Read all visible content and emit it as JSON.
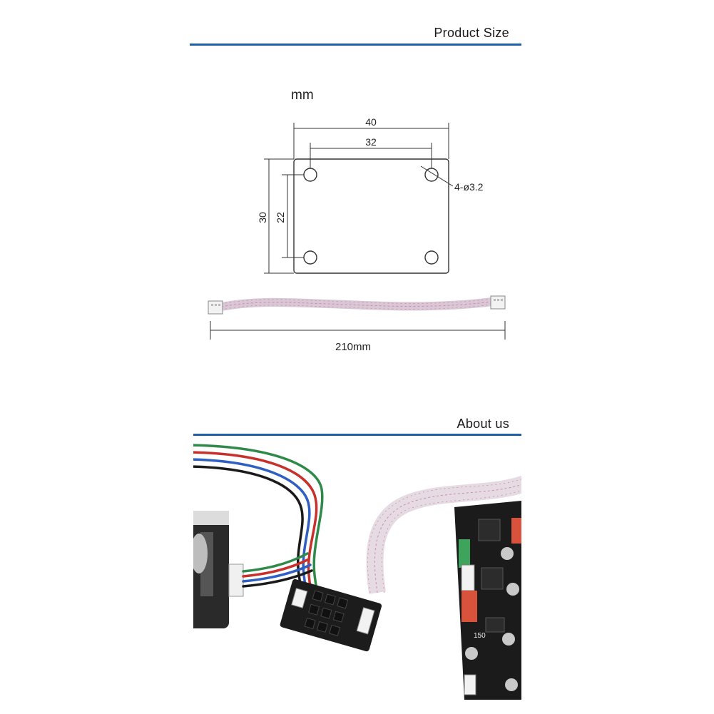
{
  "sections": {
    "product_size": {
      "title": "Product Size"
    },
    "about_us": {
      "title": "About us"
    }
  },
  "diagram": {
    "unit": "mm",
    "board_width": "40",
    "hole_spacing_x": "32",
    "board_height": "30",
    "hole_spacing_y": "22",
    "hole_callout": "4-ø3.2"
  },
  "cable": {
    "length_label": "210mm"
  },
  "photo": {
    "board_label": "150"
  },
  "colors": {
    "accent_rule": "#1f5fa8",
    "wire_red": "#c8302c",
    "wire_green": "#2f8a4a",
    "wire_blue": "#2f5fc2",
    "wire_black": "#1a1a1a",
    "ribbon_stripe": "#c98fb0"
  }
}
